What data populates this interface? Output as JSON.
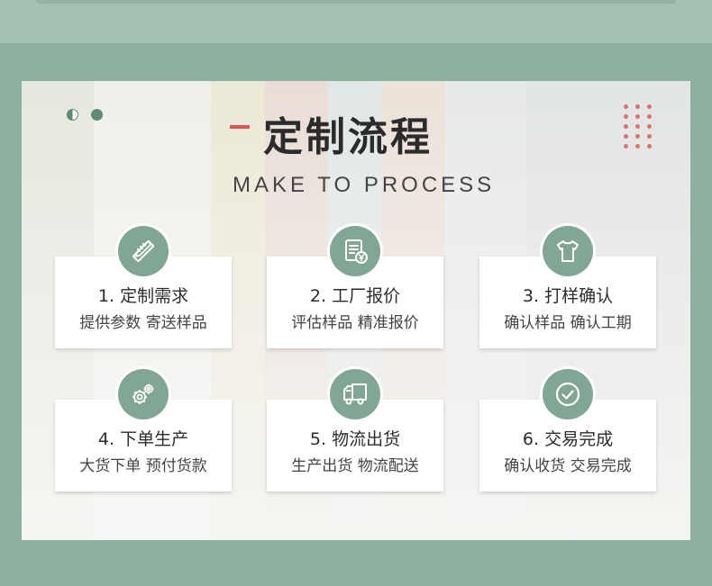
{
  "header": {
    "title_cn": "定制流程",
    "title_en": "MAKE TO PROCESS"
  },
  "colors": {
    "background": "#8fb09e",
    "accent_green": "#81a693",
    "accent_red": "#e05454"
  },
  "steps": [
    {
      "title": "1. 定制需求",
      "desc": "提供参数 寄送样品",
      "icon": "pencil-ruler-icon"
    },
    {
      "title": "2. 工厂报价",
      "desc": "评估样品 精准报价",
      "icon": "document-yen-icon"
    },
    {
      "title": "3. 打样确认",
      "desc": "确认样品 确认工期",
      "icon": "tshirt-icon"
    },
    {
      "title": "4. 下单生产",
      "desc": "大货下单  预付货款",
      "icon": "gears-icon"
    },
    {
      "title": "5. 物流出货",
      "desc": "生产出货 物流配送",
      "icon": "truck-icon"
    },
    {
      "title": "6. 交易完成",
      "desc": "确认收货 交易完成",
      "icon": "checkmark-icon"
    }
  ]
}
